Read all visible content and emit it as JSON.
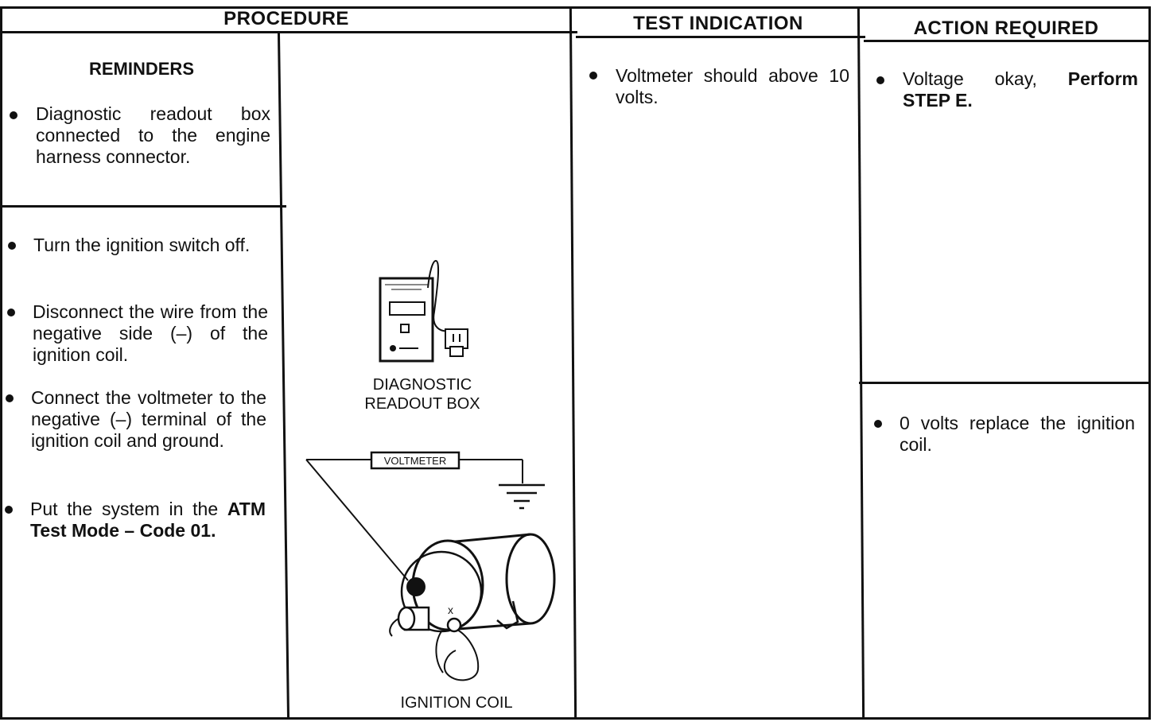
{
  "headers": {
    "procedure": "PROCEDURE",
    "test_indication": "TEST INDICATION",
    "action_required": "ACTION REQUIRED"
  },
  "reminders": {
    "title": "REMINDERS",
    "item": "Diagnostic readout box connected to the engine harness connector."
  },
  "steps": [
    {
      "text": "Turn the ignition switch off."
    },
    {
      "text": "Disconnect the wire from the negative side (–) of the ignition coil."
    },
    {
      "text": "Connect the voltmeter to the negative (–) terminal of the ignition coil and ground."
    },
    {
      "text": "Put the system in the ",
      "bold": "ATM Test Mode – Code 01."
    }
  ],
  "illustration": {
    "device_caption_line1": "DIAGNOSTIC",
    "device_caption_line2": "READOUT BOX",
    "voltmeter_label": "VOLTMETER",
    "coil_caption": "IGNITION COIL"
  },
  "test_indication": {
    "item": "Voltmeter should above 10 volts."
  },
  "action_required": [
    {
      "text": "Voltage okay, ",
      "bold": "Perform STEP E."
    },
    {
      "text": "0 volts replace the ignition coil."
    }
  ]
}
